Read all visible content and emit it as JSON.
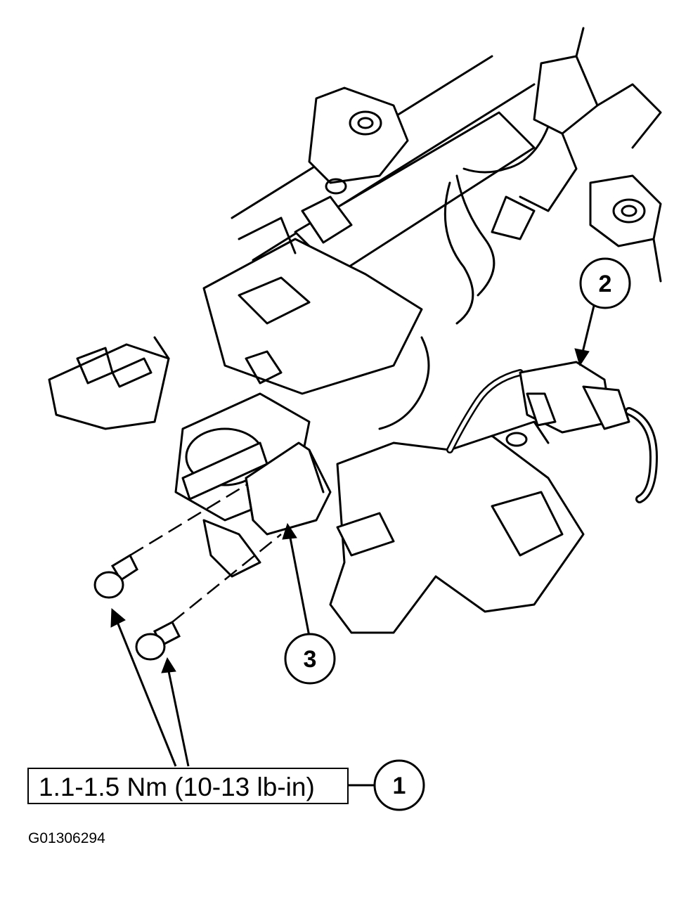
{
  "callouts": [
    {
      "id": "1",
      "label": "1"
    },
    {
      "id": "2",
      "label": "2"
    },
    {
      "id": "3",
      "label": "3"
    }
  ],
  "torque_spec": "1.1-1.5 Nm (10-13 lb-in)",
  "figure_code": "G01306294",
  "colors": {
    "line": "#000000",
    "background": "#ffffff"
  }
}
